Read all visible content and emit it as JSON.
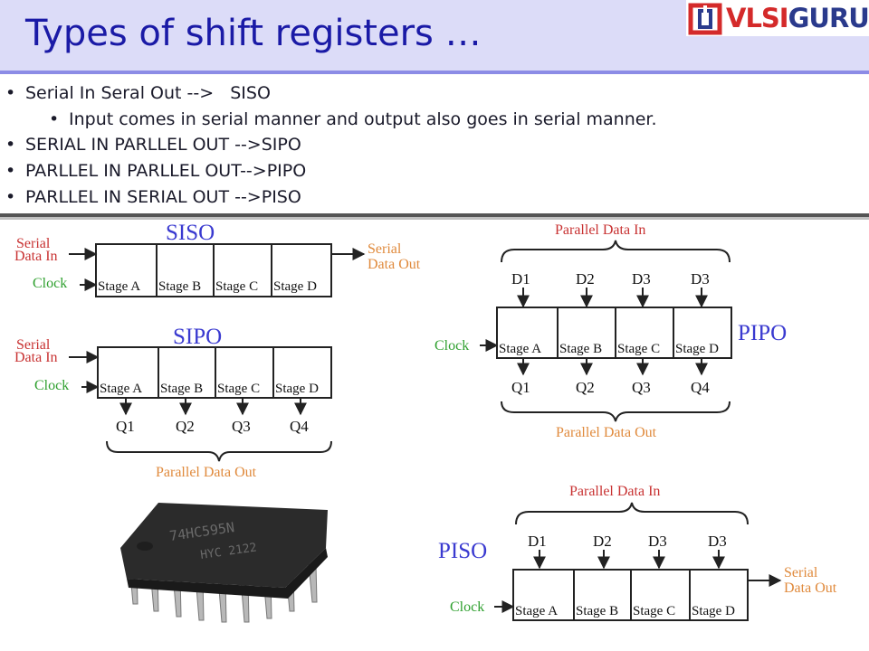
{
  "slide": {
    "title": "Types of shift registers …",
    "logo": {
      "part1": "VLSI",
      "part2": "GURU"
    }
  },
  "bullets": [
    {
      "level": 1,
      "text": "Serial In Seral Out -->   SISO"
    },
    {
      "level": 2,
      "text": "Input comes in serial manner and output also goes in serial manner."
    },
    {
      "level": 1,
      "text": "SERIAL IN PARLLEL OUT -->SIPO"
    },
    {
      "level": 1,
      "text": "PARLLEL IN PARLLEL OUT-->PIPO"
    },
    {
      "level": 1,
      "text": "PARLLEL IN SERIAL OUT -->PISO"
    }
  ],
  "diagrams": {
    "siso": {
      "title": "SISO",
      "input_line1": "Serial",
      "input_line2": "Data In",
      "clock": "Clock",
      "output_line1": "Serial",
      "output_line2": "Data Out",
      "stages": [
        "Stage A",
        "Stage B",
        "Stage C",
        "Stage D"
      ]
    },
    "sipo": {
      "title": "SIPO",
      "input_line1": "Serial",
      "input_line2": "Data In",
      "clock": "Clock",
      "stages": [
        "Stage A",
        "Stage B",
        "Stage C",
        "Stage D"
      ],
      "outputs": [
        "Q1",
        "Q2",
        "Q3",
        "Q4"
      ],
      "bus_label": "Parallel Data Out"
    },
    "pipo": {
      "title": "PIPO",
      "bus_in": "Parallel Data In",
      "inputs": [
        "D1",
        "D2",
        "D3",
        "D3"
      ],
      "clock": "Clock",
      "stages": [
        "Stage A",
        "Stage B",
        "Stage C",
        "Stage D"
      ],
      "outputs": [
        "Q1",
        "Q2",
        "Q3",
        "Q4"
      ],
      "bus_out": "Parallel Data Out"
    },
    "piso": {
      "title": "PISO",
      "bus_in": "Parallel Data In",
      "inputs": [
        "D1",
        "D2",
        "D3",
        "D3"
      ],
      "clock": "Clock",
      "stages": [
        "Stage A",
        "Stage B",
        "Stage C",
        "Stage D"
      ],
      "output_line1": "Serial",
      "output_line2": "Data Out"
    },
    "chip": {
      "marking1": "74HC595N",
      "marking2": "HYC 2122"
    }
  },
  "colors": {
    "title": "#1a1aa6",
    "header_bg": "#dcdcf8",
    "diagram_title": "#3a3ad0",
    "serial_label": "#c83232",
    "clock_label": "#2fa02f",
    "parallel_label": "#e08a3c"
  }
}
